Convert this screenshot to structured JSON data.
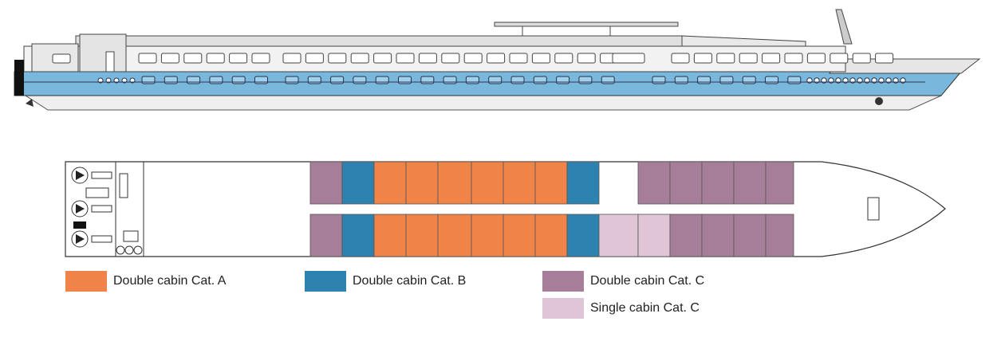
{
  "colors": {
    "double_a": "#ef8348",
    "double_b": "#2e82b0",
    "double_c": "#a67e9a",
    "single_c": "#dfc5d5",
    "hull_blue": "#79b8dc",
    "hull_grey": "#e8e8e8",
    "outline": "#333333"
  },
  "legend": [
    {
      "key": "double_a",
      "label": "Double cabin Cat. A"
    },
    {
      "key": "double_b",
      "label": "Double cabin Cat. B"
    },
    {
      "key": "double_c",
      "label": "Double cabin Cat. C"
    },
    {
      "key": "single_c",
      "label": "Single cabin Cat. C"
    }
  ],
  "deck": {
    "top_row": [
      "double_c",
      "double_b",
      "double_a",
      "double_a",
      "double_a",
      "double_a",
      "double_a",
      "double_a",
      "double_b",
      "empty",
      "double_c",
      "double_c",
      "double_c",
      "double_c",
      "double_c"
    ],
    "bottom_row": [
      "double_c",
      "double_b",
      "double_a",
      "double_a",
      "double_a",
      "double_a",
      "double_a",
      "double_a",
      "double_b",
      "single_c",
      "single_c",
      "double_c",
      "double_c",
      "double_c",
      "double_c"
    ]
  },
  "icons": {
    "engines": "propeller-engine-icon",
    "stairs": "spiral-staircase-icon",
    "anchor": "anchor-icon"
  }
}
